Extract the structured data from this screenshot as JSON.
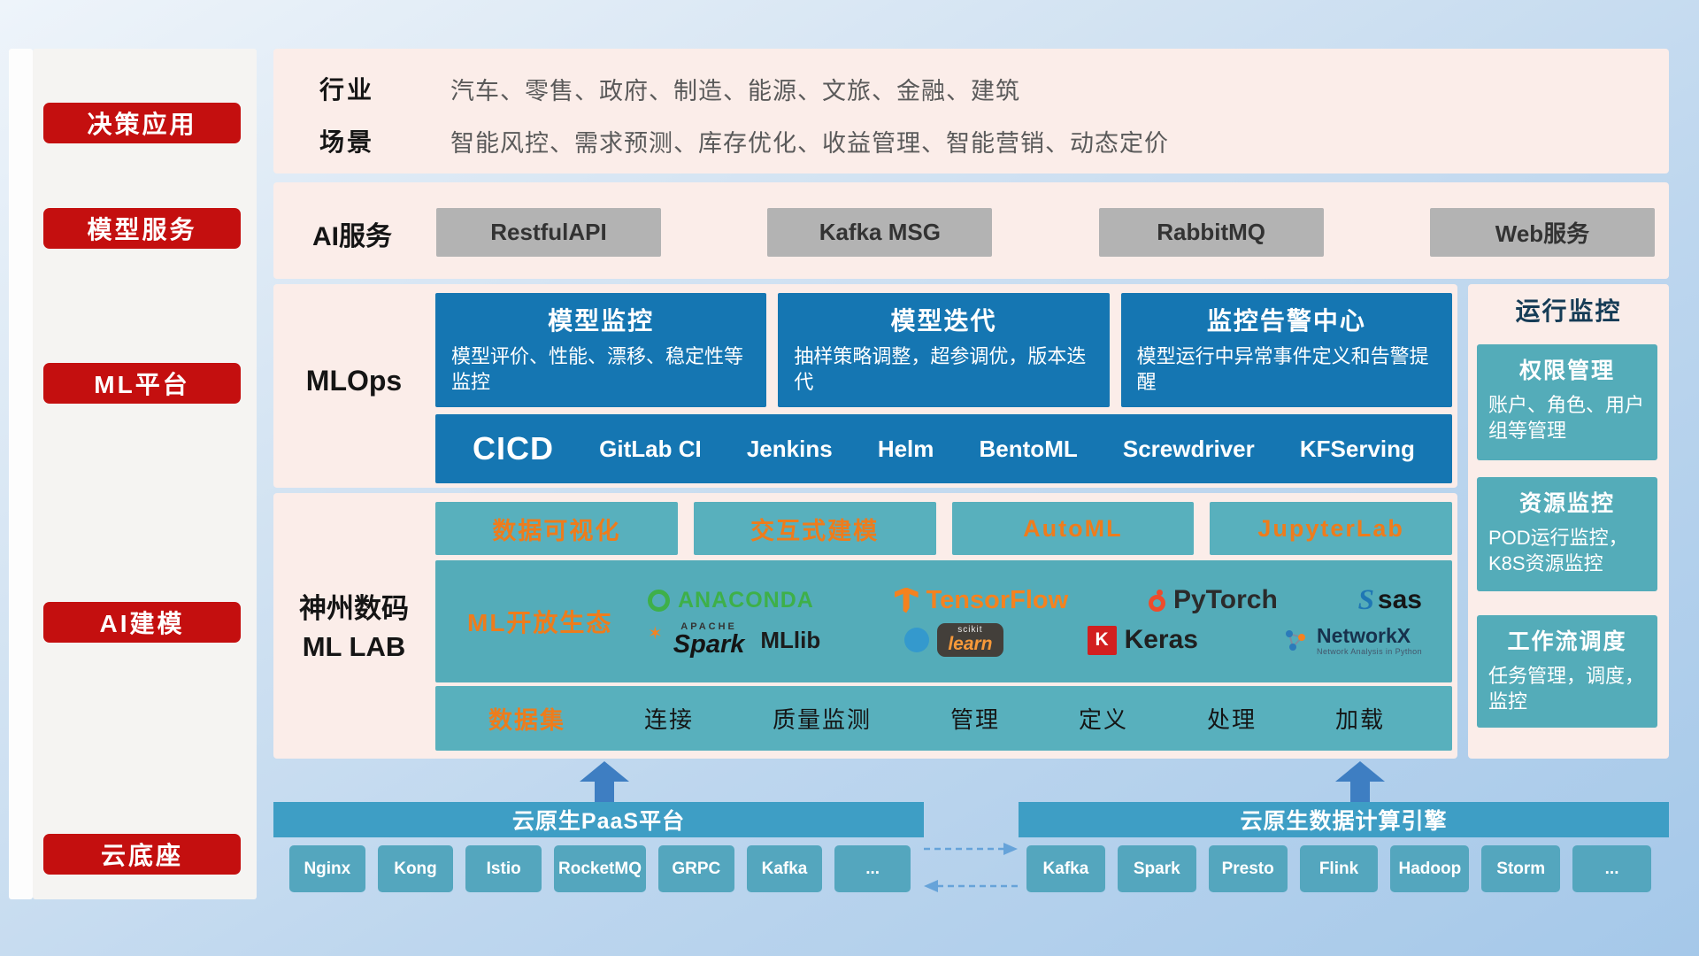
{
  "colors": {
    "red": "#C40F0F",
    "pink": "#FBEDE9",
    "blue": "#1576B2",
    "teal": "#54ACB9",
    "teal-light": "#58B0BD",
    "orange": "#EE7C1C",
    "banner": "#3E9EC5",
    "tool": "#54A6BE",
    "arrow": "#3E7EC2",
    "gray-btn": "#B3B3B3"
  },
  "sidebar": {
    "items": [
      {
        "label": "决策应用"
      },
      {
        "label": "模型服务"
      },
      {
        "label": "ML平台"
      },
      {
        "label": "AI建模"
      },
      {
        "label": "云底座"
      }
    ]
  },
  "industry": {
    "rows": [
      {
        "label": "行业",
        "content": "汽车、零售、政府、制造、能源、文旅、金融、建筑"
      },
      {
        "label": "场景",
        "content": "智能风控、需求预测、库存优化、收益管理、智能营销、动态定价"
      }
    ]
  },
  "ai_service": {
    "label": "AI服务",
    "services": [
      {
        "label": "RestfulAPI"
      },
      {
        "label": "Kafka MSG"
      },
      {
        "label": "RabbitMQ"
      },
      {
        "label": "Web服务"
      }
    ]
  },
  "mlops": {
    "label": "MLOps",
    "cards": [
      {
        "title": "模型监控",
        "desc": "模型评价、性能、漂移、稳定性等监控"
      },
      {
        "title": "模型迭代",
        "desc": "抽样策略调整，超参调优，版本迭代"
      },
      {
        "title": "监控告警中心",
        "desc": "模型运行中异常事件定义和告警提醒"
      }
    ],
    "cicd_label": "CICD",
    "cicd_tools": [
      {
        "label": "GitLab CI"
      },
      {
        "label": "Jenkins"
      },
      {
        "label": "Helm"
      },
      {
        "label": "BentoML"
      },
      {
        "label": "Screwdriver"
      },
      {
        "label": "KFServing"
      }
    ]
  },
  "monitoring": {
    "title": "运行监控",
    "cards": [
      {
        "title": "权限管理",
        "desc": "账户、角色、用户组等管理"
      },
      {
        "title": "资源监控",
        "desc": "POD运行监控，K8S资源监控"
      },
      {
        "title": "工作流调度",
        "desc": "任务管理，调度，监控"
      }
    ]
  },
  "mllab": {
    "label_line1": "神州数码",
    "label_line2": "ML LAB",
    "features": [
      {
        "label": "数据可视化"
      },
      {
        "label": "交互式建模"
      },
      {
        "label": "AutoML"
      },
      {
        "label": "JupyterLab"
      }
    ],
    "ecosystem_label": "ML开放生态",
    "logos": {
      "anaconda": "ANACONDA",
      "tensorflow": "TensorFlow",
      "pytorch": "PyTorch",
      "sas": "sas",
      "sas_icon": "S",
      "spark_small": "APACHE",
      "spark": "Spark",
      "spark_star": "✶",
      "mllib": "MLlib",
      "scikit_small": "scikit",
      "scikit": "learn",
      "keras_letter": "K",
      "keras": "Keras",
      "networkx": "NetworkX",
      "networkx_sub": "Network Analysis in Python"
    },
    "dataset_label": "数据集",
    "dataset_items": [
      {
        "label": "连接"
      },
      {
        "label": "质量监测"
      },
      {
        "label": "管理"
      },
      {
        "label": "定义"
      },
      {
        "label": "处理"
      },
      {
        "label": "加载"
      }
    ]
  },
  "cloud": {
    "paas_title": "云原生PaaS平台",
    "paas_tools": [
      {
        "label": "Nginx"
      },
      {
        "label": "Kong"
      },
      {
        "label": "Istio"
      },
      {
        "label": "RocketMQ"
      },
      {
        "label": "GRPC"
      },
      {
        "label": "Kafka"
      },
      {
        "label": "..."
      }
    ],
    "engine_title": "云原生数据计算引擎",
    "engine_tools": [
      {
        "label": "Kafka"
      },
      {
        "label": "Spark"
      },
      {
        "label": "Presto"
      },
      {
        "label": "Flink"
      },
      {
        "label": "Hadoop"
      },
      {
        "label": "Storm"
      },
      {
        "label": "..."
      }
    ]
  }
}
